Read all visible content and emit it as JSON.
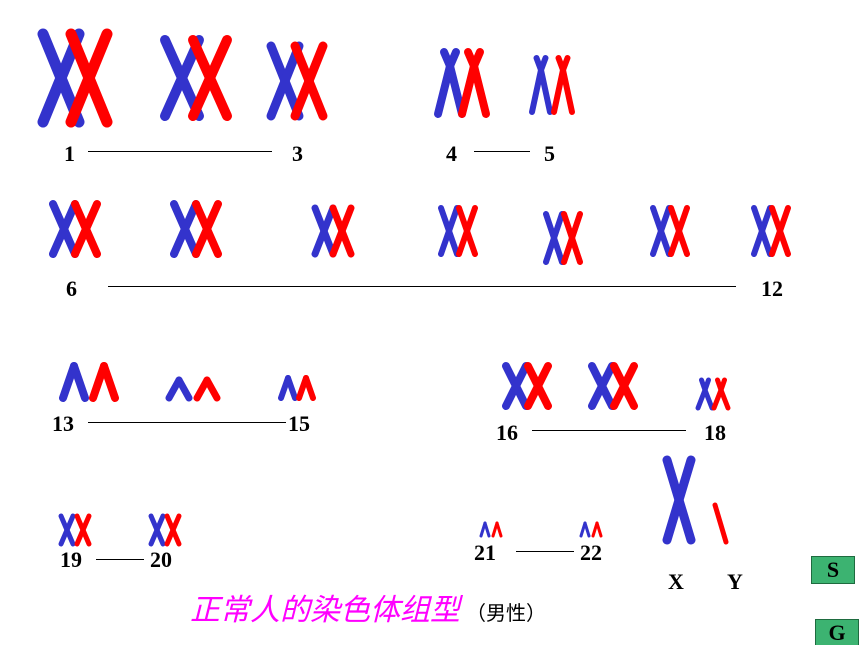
{
  "colors": {
    "maternal": "#3333cc",
    "paternal": "#ff0000",
    "title": "#ff00ff",
    "nav_button": "#3cb371"
  },
  "labels": {
    "g1_start": "1",
    "g1_end": "3",
    "g2_start": "4",
    "g2_end": "5",
    "g3_start": "6",
    "g3_end": "12",
    "g4_start": "13",
    "g4_end": "15",
    "g5_start": "16",
    "g5_end": "18",
    "g6_start": "19",
    "g6_end": "20",
    "g7_start": "21",
    "g7_end": "22",
    "sex_x": "X",
    "sex_y": "Y"
  },
  "title": {
    "main": "正常人的染色体组型",
    "sub": "（男性）"
  },
  "nav": {
    "s_label": "S",
    "g_label": "G"
  }
}
